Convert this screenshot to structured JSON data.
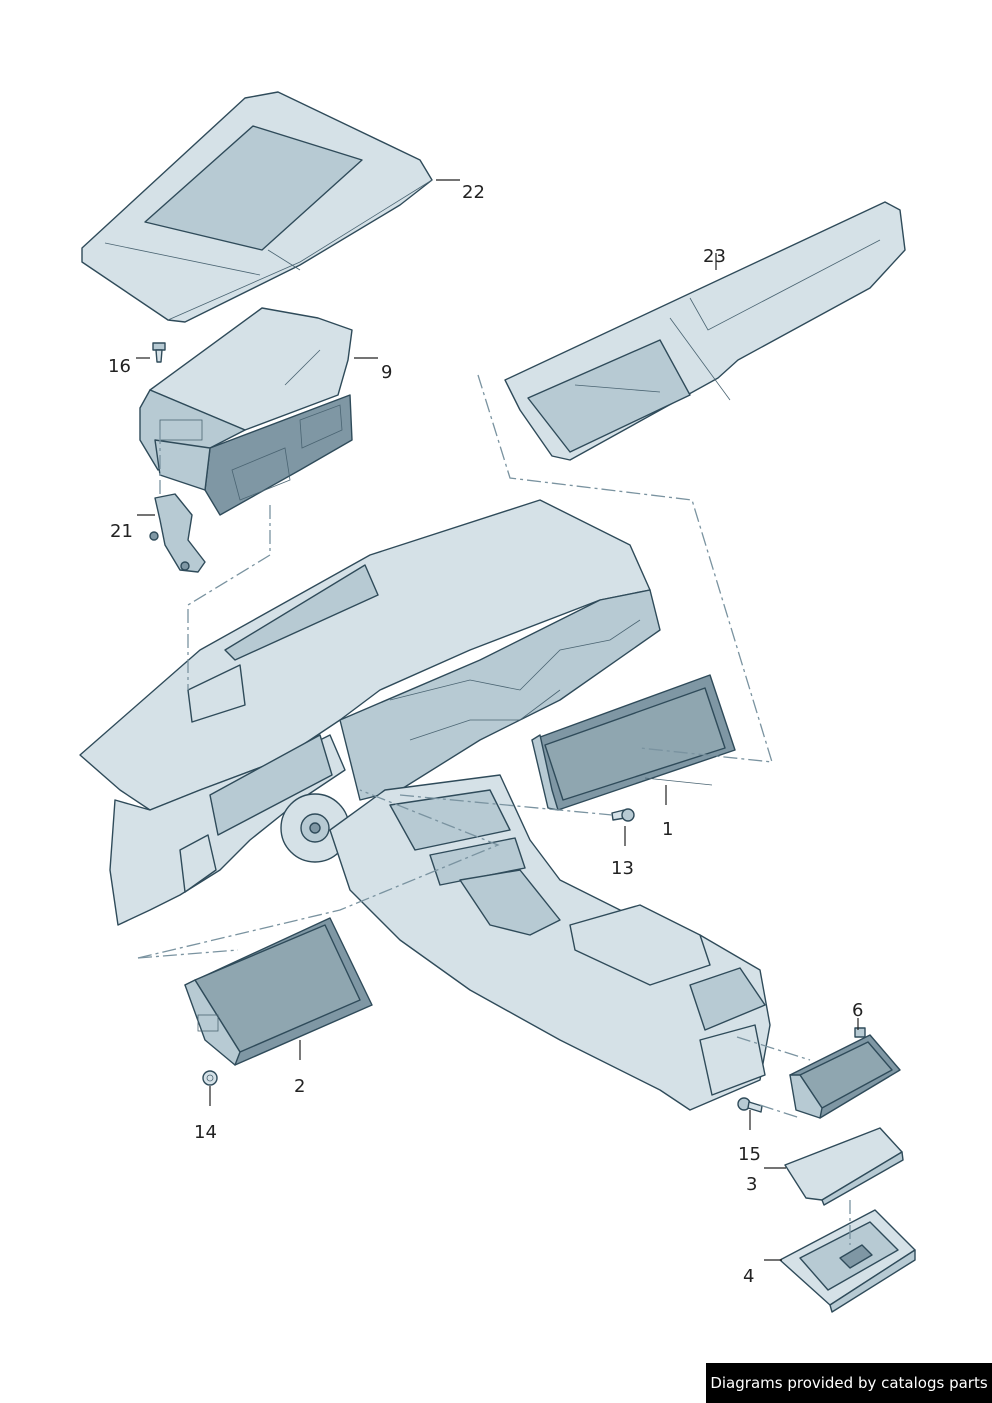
{
  "callouts": {
    "c1": "1",
    "c2": "2",
    "c3": "3",
    "c4": "4",
    "c6": "6",
    "c9": "9",
    "c13": "13",
    "c14": "14",
    "c15": "15",
    "c16": "16",
    "c21": "21",
    "c22": "22",
    "c23": "23"
  },
  "credit": "Diagrams provided by catalogs parts",
  "colors": {
    "part_fill": "#d5e1e7",
    "screen_fill": "#8fa6b0",
    "outline": "#2f4b5a",
    "dash_line": "#7a93a0"
  }
}
